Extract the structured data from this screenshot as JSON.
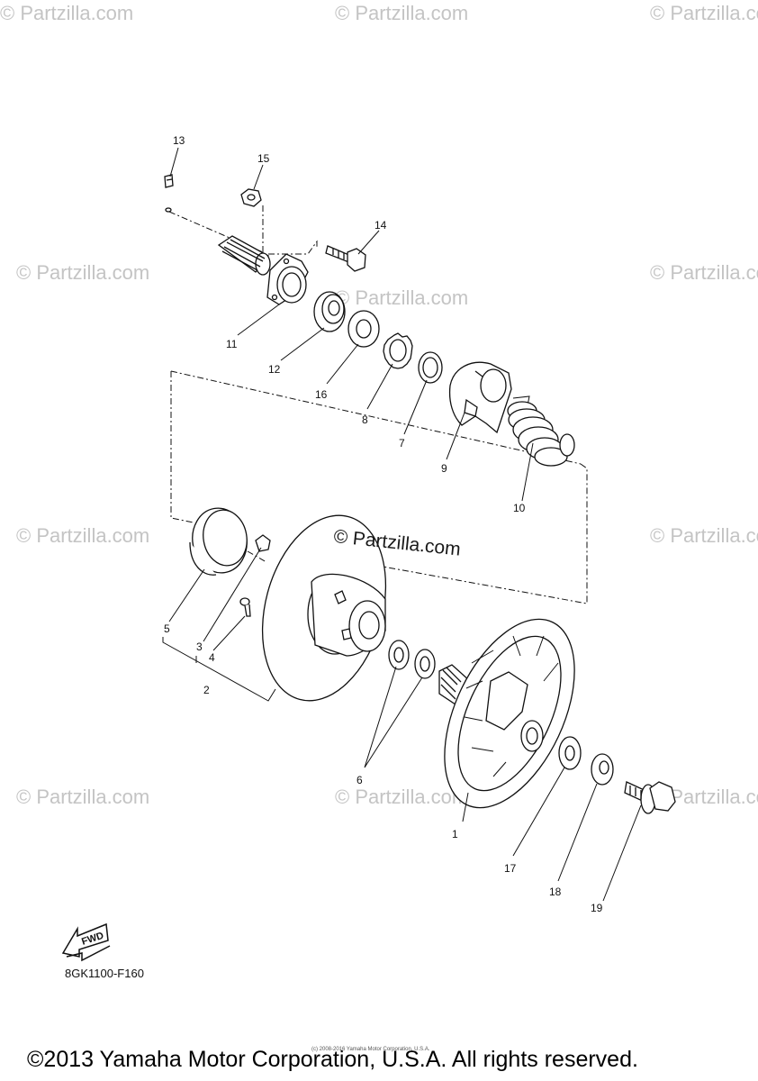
{
  "watermark": {
    "text": "© Partzilla.com"
  },
  "center_watermark": {
    "text": "© Partzilla.com"
  },
  "part_labels": {
    "p1": "1",
    "p2": "2",
    "p3": "3",
    "p4": "4",
    "p5": "5",
    "p6": "6",
    "p7": "7",
    "p8": "8",
    "p9": "9",
    "p10": "10",
    "p11": "11",
    "p12": "12",
    "p13": "13",
    "p14": "14",
    "p15": "15",
    "p16": "16",
    "p17": "17",
    "p18": "18",
    "p19": "19"
  },
  "fwd_label": "FWD",
  "diagram_code": "8GK1100-F160",
  "fine_print": "(c) 2008-2016 Yamaha Motor Corporation, U.S.A.",
  "copyright": "©2013 Yamaha Motor Corporation, U.S.A. All rights reserved.",
  "colors": {
    "line": "#111111",
    "watermark": "#c4c4c4",
    "background": "#ffffff"
  }
}
